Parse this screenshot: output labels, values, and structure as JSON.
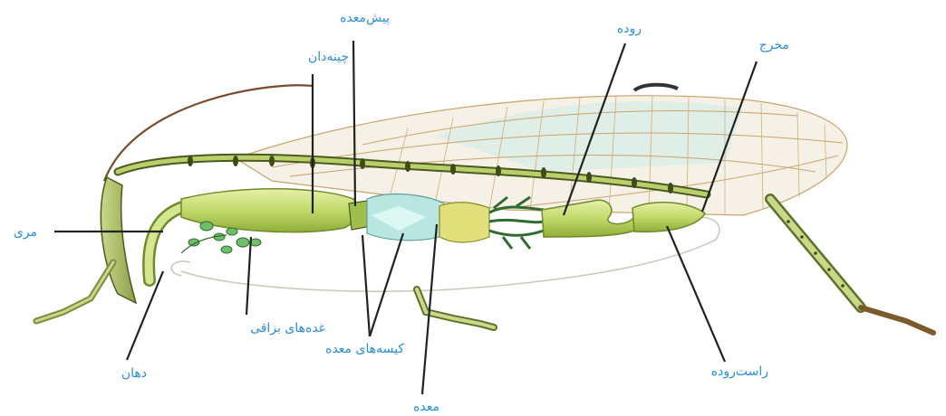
{
  "labels": {
    "pish_meade": "پیش‌معده",
    "chinedan": "چینه‌دان",
    "rude": "روده",
    "makhraj": "مخرج",
    "meri": "مری",
    "ghoddeha": "غده‌های بزاقی",
    "dahan": "دهان",
    "kisehha": "کیسه‌های معده",
    "meade": "معده",
    "rastrude": "راست‌روده"
  },
  "colors": {
    "label": "#2a8fd6",
    "leader_line": "#222222",
    "gut_fill": "#c9df7a",
    "gut_outline": "#6f8a2a",
    "caeca_fill": "#b9e6e0",
    "wing_vein": "#c9a46a"
  }
}
